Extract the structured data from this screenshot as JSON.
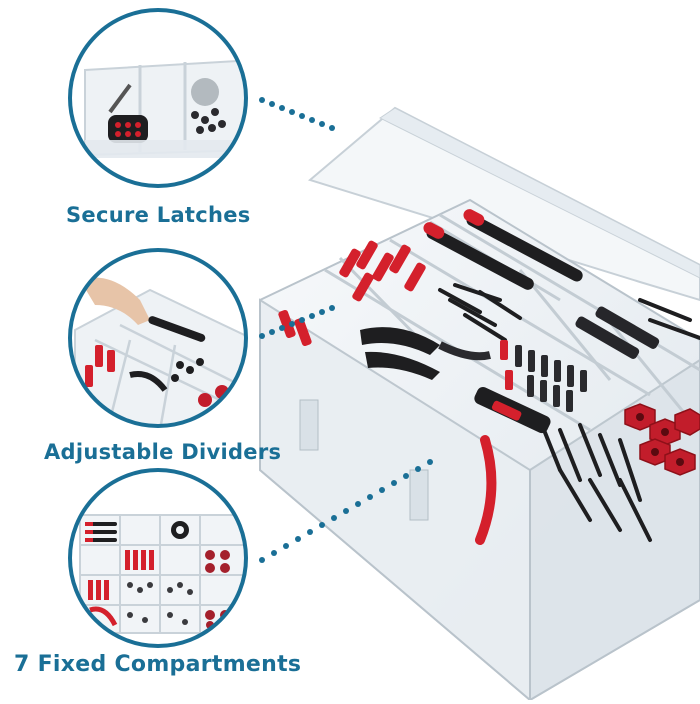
{
  "colors": {
    "accent": "#1a6f96",
    "red": "#d4202c",
    "dark": "#1e1e20",
    "plastic": "#eef2f5"
  },
  "features": [
    {
      "label": "Secure Latches",
      "icon": "latch-closeup"
    },
    {
      "label": "Adjustable Dividers",
      "icon": "divider-closeup"
    },
    {
      "label": "7 Fixed Compartments",
      "icon": "organizer-topview"
    }
  ]
}
